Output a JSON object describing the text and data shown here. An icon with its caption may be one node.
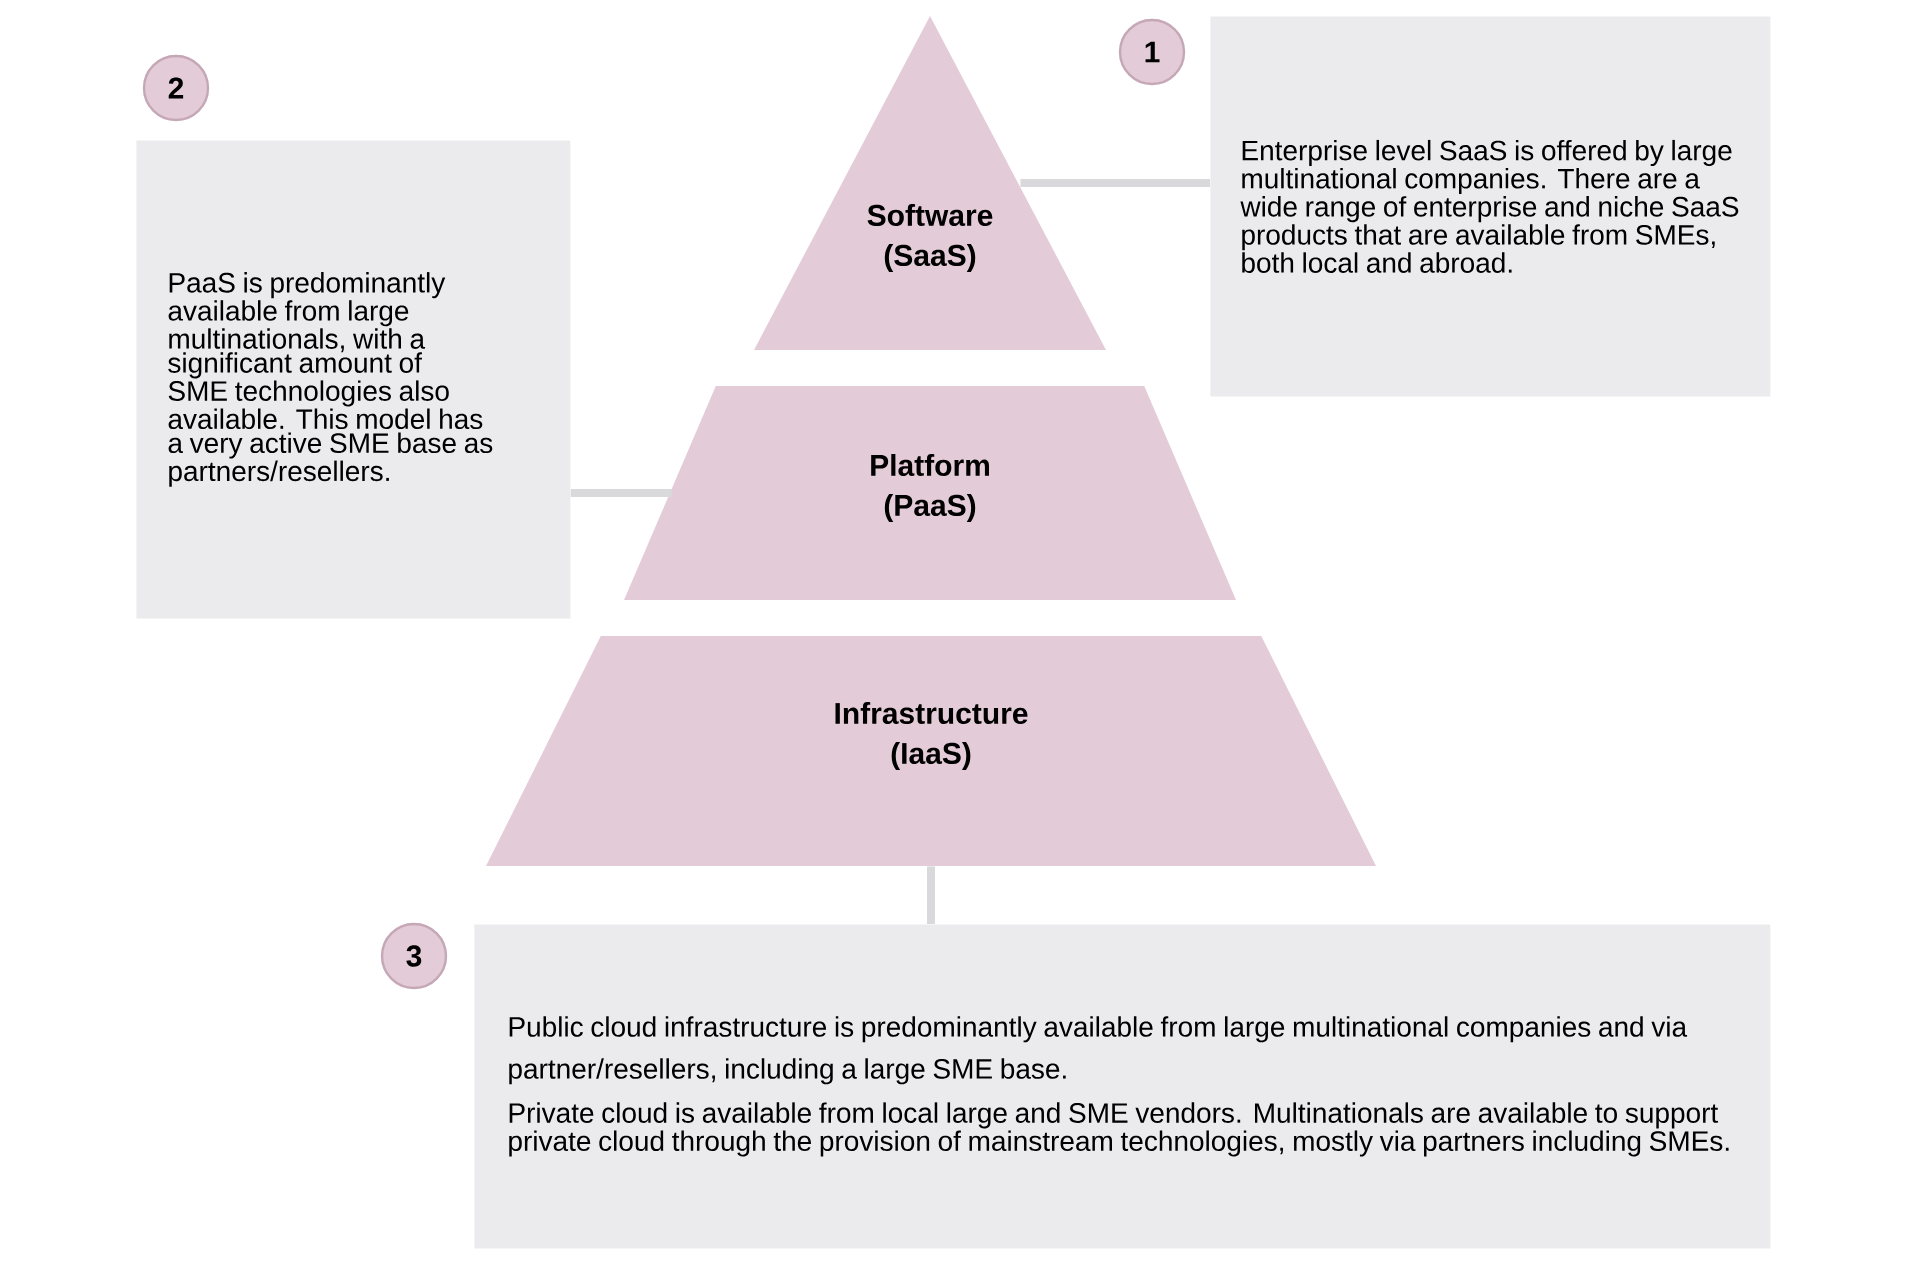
{
  "diagram": {
    "nodes": [
      {
        "text": [
          "Software (SaaS)"
        ]
      },
      {
        "text": [
          "Platform (PaaS)"
        ]
      },
      {
        "text": [
          "Infrastructure (IaaS)"
        ]
      },
      {
        "text": [
          "Enterprise level SaaS is offered by large multinational companies. There are a wide range of enterprise and niche SaaS products that are available from SMEs, both local and abroad."
        ],
        "beside": [
          "1"
        ]
      },
      {
        "text": [
          "PaaS is predominantly available from large multinationals, with a significant amount of SME technologies also available. This model has a very active SME base as partners/resellers."
        ],
        "beside": [
          "2"
        ]
      },
      {
        "text": [
          "Public cloud infrastructure is predominantly available from large multinational companies and via partner/resellers, including a large SME base.",
          "Private cloud is available from local large and SME vendors. Multinationals are available to support private cloud through the provision of mainstream technologies, mostly via partners including SMEs."
        ],
        "beside": [
          "3"
        ]
      }
    ],
    "edges": [
      {
        "from": 0,
        "to": 3,
        "arrow": "none"
      },
      {
        "from": 4,
        "to": 1,
        "arrow": "none"
      },
      {
        "from": 2,
        "to": 5,
        "arrow": "none"
      }
    ]
  }
}
